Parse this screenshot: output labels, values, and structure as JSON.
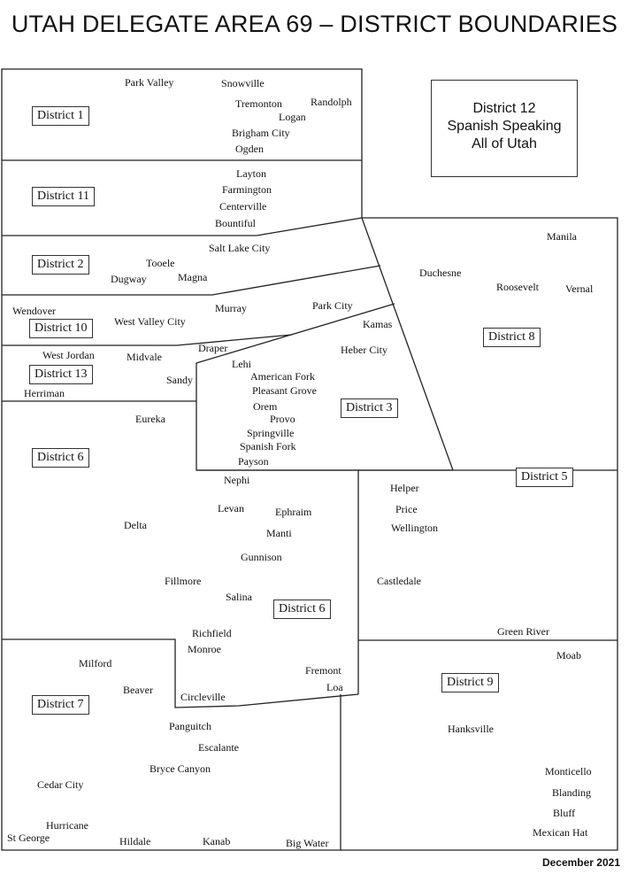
{
  "title": "UTAH DELEGATE AREA 69 – DISTRICT BOUNDARIES",
  "date": "December 2021",
  "district12": {
    "line1": "District 12",
    "line2": "Spanish Speaking",
    "line3": "All of Utah"
  },
  "districts": {
    "d1": "District 1",
    "d11": "District 11",
    "d2": "District 2",
    "d10": "District 10",
    "d13": "District 13",
    "d8": "District 8",
    "d3": "District 3",
    "d6": "District 6",
    "d6b": "District 6",
    "d5": "District 5",
    "d7": "District 7",
    "d9": "District 9"
  },
  "towns": {
    "park_valley": "Park Valley",
    "snowville": "Snowville",
    "tremonton": "Tremonton",
    "randolph": "Randolph",
    "logan": "Logan",
    "brigham_city": "Brigham City",
    "ogden": "Ogden",
    "layton": "Layton",
    "farmington": "Farmington",
    "centerville": "Centerville",
    "bountiful": "Bountiful",
    "salt_lake_city": "Salt Lake City",
    "tooele": "Tooele",
    "dugway": "Dugway",
    "magna": "Magna",
    "wendover": "Wendover",
    "west_valley_city": "West Valley City",
    "murray": "Murray",
    "park_city": "Park City",
    "kamas": "Kamas",
    "heber_city": "Heber City",
    "draper": "Draper",
    "west_jordan": "West Jordan",
    "midvale": "Midvale",
    "sandy": "Sandy",
    "herriman": "Herriman",
    "lehi": "Lehi",
    "american_fork": "American Fork",
    "pleasant_grove": "Pleasant Grove",
    "orem": "Orem",
    "provo": "Provo",
    "springville": "Springville",
    "spanish_fork": "Spanish Fork",
    "payson": "Payson",
    "eureka": "Eureka",
    "manila": "Manila",
    "duchesne": "Duchesne",
    "roosevelt": "Roosevelt",
    "vernal": "Vernal",
    "nephi": "Nephi",
    "levan": "Levan",
    "ephraim": "Ephraim",
    "manti": "Manti",
    "delta": "Delta",
    "gunnison": "Gunnison",
    "fillmore": "Fillmore",
    "salina": "Salina",
    "richfield": "Richfield",
    "monroe": "Monroe",
    "helper": "Helper",
    "price": "Price",
    "wellington": "Wellington",
    "castledale": "Castledale",
    "green_river": "Green River",
    "moab": "Moab",
    "milford": "Milford",
    "beaver": "Beaver",
    "circleville": "Circleville",
    "fremont": "Fremont",
    "loa": "Loa",
    "panguitch": "Panguitch",
    "escalante": "Escalante",
    "bryce_canyon": "Bryce Canyon",
    "cedar_city": "Cedar City",
    "hanksville": "Hanksville",
    "monticello": "Monticello",
    "blanding": "Blanding",
    "bluff": "Bluff",
    "mexican_hat": "Mexican Hat",
    "hurricane": "Hurricane",
    "st_george": "St George",
    "hildale": "Hildale",
    "kanab": "Kanab",
    "big_water": "Big Water"
  }
}
